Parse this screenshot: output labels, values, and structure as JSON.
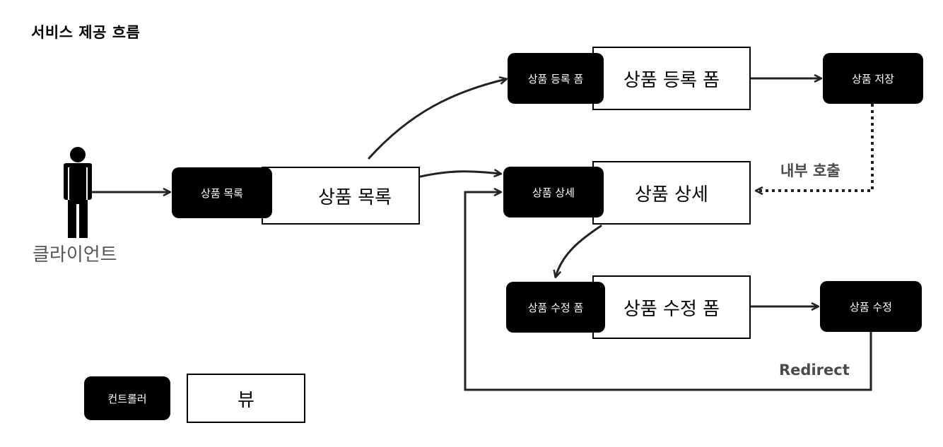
{
  "title": "서비스 제공 흐름",
  "client": {
    "label": "클라이언트",
    "icon": "person-icon"
  },
  "nodes": {
    "list": {
      "controller": "상품 목록",
      "view": "상품 목록"
    },
    "add_form": {
      "controller": "상품 등록 폼",
      "view": "상품 등록 폼"
    },
    "detail": {
      "controller": "상품 상세",
      "view": "상품 상세"
    },
    "edit_form": {
      "controller": "상품 수정 폼",
      "view": "상품 수정 폼"
    },
    "save": {
      "controller": "상품 저장"
    },
    "edit": {
      "controller": "상품 수정"
    }
  },
  "notes": {
    "internal_call": "내부 호출",
    "redirect": "Redirect"
  },
  "legend": {
    "controller": "컨트롤러",
    "view": "뷰"
  },
  "colors": {
    "controller_bg": "#000000",
    "view_border": "#000000",
    "note_text": "#4a4a4a",
    "client_text": "#555555"
  }
}
